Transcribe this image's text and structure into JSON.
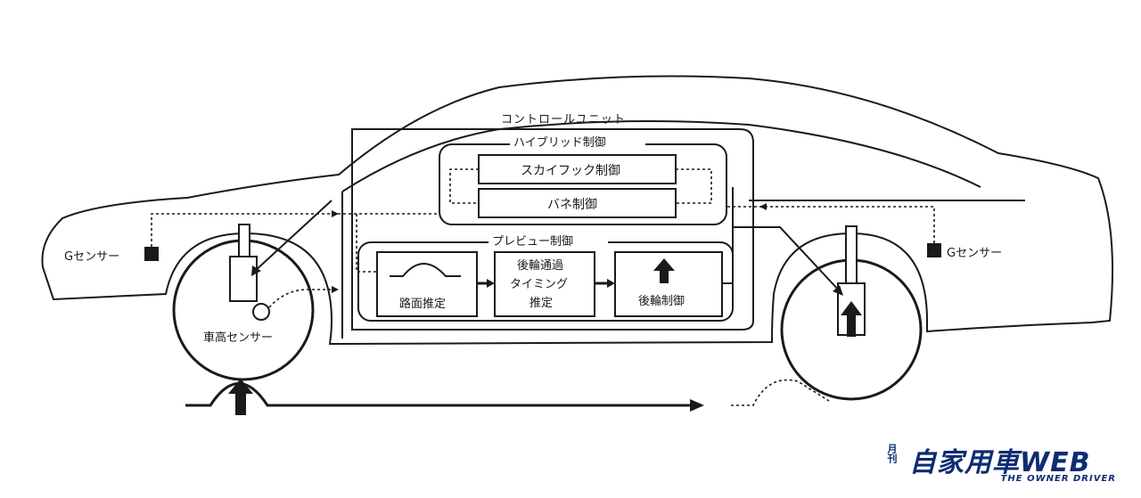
{
  "labels": {
    "control_unit": "コントロールユニット",
    "hybrid_control": "ハイブリッド制御",
    "skyhook_control": "スカイフック制御",
    "spring_control": "バネ制御",
    "preview_control": "プレビュー制御",
    "road_estimate": "路面推定",
    "rear_pass_line1": "後輪通過",
    "rear_pass_line2": "タイミング",
    "rear_pass_line3": "推定",
    "rear_control": "後輪制御",
    "g_sensor_left": "Gセンサー",
    "g_sensor_right": "Gセンサー",
    "height_sensor": "車高センサー"
  },
  "watermark": {
    "side": "月刊",
    "main": "自家用車WEB",
    "sub": "THE OWNER DRIVER"
  },
  "colors": {
    "ink": "#1a1a1a",
    "watermark": "#0e2b73"
  }
}
